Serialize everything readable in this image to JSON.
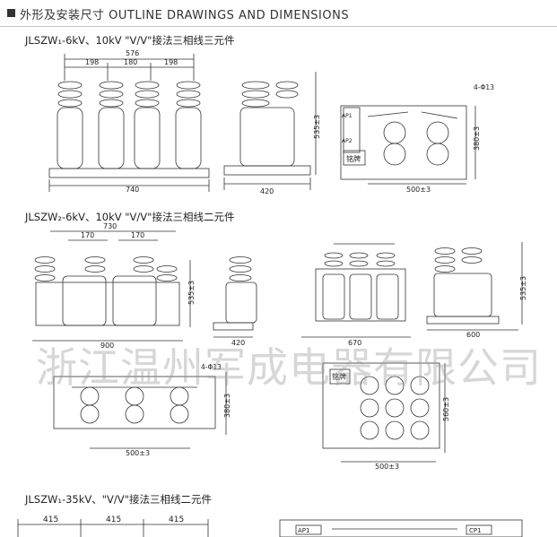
{
  "header": {
    "title": "外形及安装尺寸  OUTLINE DRAWINGS AND DIMENSIONS"
  },
  "sections": [
    {
      "title": "JLSZW₁-6kV、10kV \"V/V\"接法三相线三元件"
    },
    {
      "title": "JLSZW₂-6kV、10kV \"V/V\"接法三相线二元件"
    },
    {
      "title": "JLSZW₁-35kV、\"V/V\"接法三相线二元件"
    }
  ],
  "dims": {
    "s1_total_top": "576",
    "s1_left": "198",
    "s1_mid": "180",
    "s1_right": "198",
    "s1_width": "740",
    "s1_side_h": "535±3",
    "s1_side_w": "420",
    "s1_holes": "4-Φ13",
    "s1_plan_h": "380±3",
    "s1_plan_w": "500±3",
    "s2_total_top": "730",
    "s2_left": "170",
    "s2_right": "170",
    "s2_width": "900",
    "s2_height": "535±3",
    "s2_side_w": "420",
    "s2_w3": "670",
    "s2_w4": "600",
    "s2_h4": "535±3",
    "s3_holes": "4-Φ13",
    "s3_plan_h": "380±3",
    "s3_plan_w": "500±3",
    "s3_plan2_h": "560±3",
    "s3_plan2_w": "500±3",
    "s4_a": "415",
    "s4_b": "415",
    "s4_c": "415"
  },
  "labels": {
    "ap1": "AP1",
    "ap2": "AP2",
    "nameplate": "铭牌",
    "nameplate2": "铭牌",
    "cp1": "CP1",
    "ap1_bottom": "AP1"
  },
  "watermark": "浙江温州军成电器有限公司"
}
